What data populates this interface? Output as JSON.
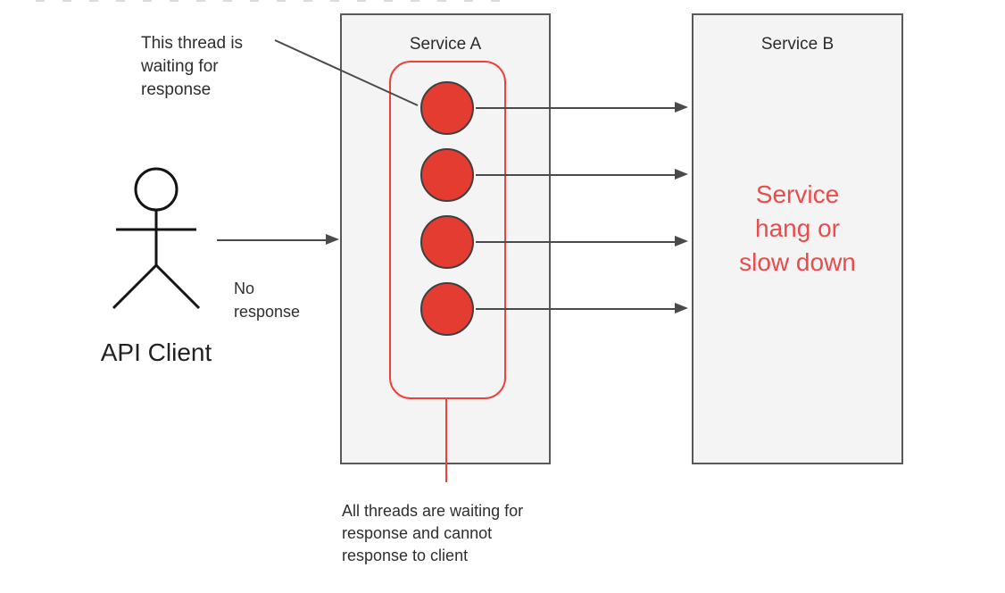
{
  "diagram": {
    "actor": {
      "label": "API Client"
    },
    "service_a": {
      "title": "Service A",
      "thread_count": 4
    },
    "service_b": {
      "title": "Service B",
      "status_lines": [
        "Service",
        "hang or",
        "slow down"
      ]
    },
    "annotations": {
      "thread_waiting": {
        "lines": [
          "This thread is",
          "waiting for",
          "response"
        ]
      },
      "no_response": {
        "lines": [
          "No",
          "response"
        ]
      },
      "all_threads": {
        "lines": [
          "All threads are waiting for",
          "response and cannot",
          "response to client"
        ]
      }
    },
    "colors": {
      "thread_fill_red": "#e53c32",
      "pool_outline_red": "#ea433e",
      "status_text_red": "#ea4b4b",
      "box_fill": "#f4f4f4",
      "box_border": "#595959",
      "arrow_line": "#4a4a4a"
    }
  }
}
